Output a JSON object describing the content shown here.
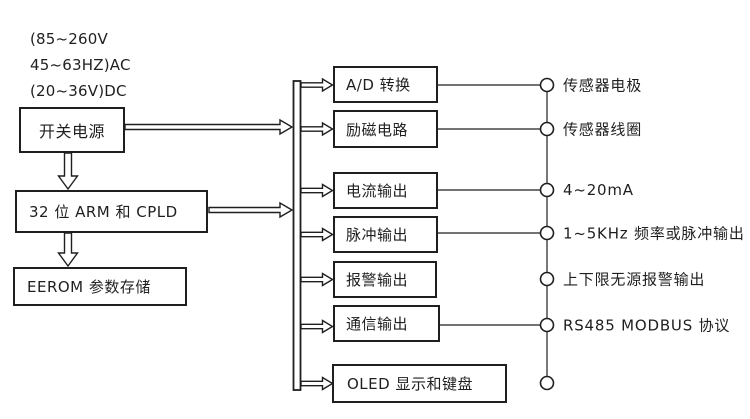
{
  "power_spec": {
    "line1": "(85~260V",
    "line2": "45~63HZ)AC",
    "line3": "(20~36V)DC"
  },
  "blocks": {
    "power": "开关电源",
    "mcu": "32 位 ARM 和 CPLD",
    "eerom": "EEROM 参数存储",
    "adc": "A/D 转换",
    "excitation": "励磁电路",
    "current": "电流输出",
    "pulse": "脉冲输出",
    "alarm": "报警输出",
    "comm": "通信输出",
    "oled": "OLED 显示和键盘"
  },
  "terminals": {
    "sensor_electrode": "传感器电极",
    "sensor_coil": "传感器线圈",
    "current_output": "4~20mA",
    "pulse_output": "1~5KHz 频率或脉冲输出",
    "alarm_output": "上下限无源报警输出",
    "comm_protocol": "RS485 MODBUS 协议"
  },
  "colors": {
    "line": "#1f1f1f",
    "background": "#ffffff"
  }
}
